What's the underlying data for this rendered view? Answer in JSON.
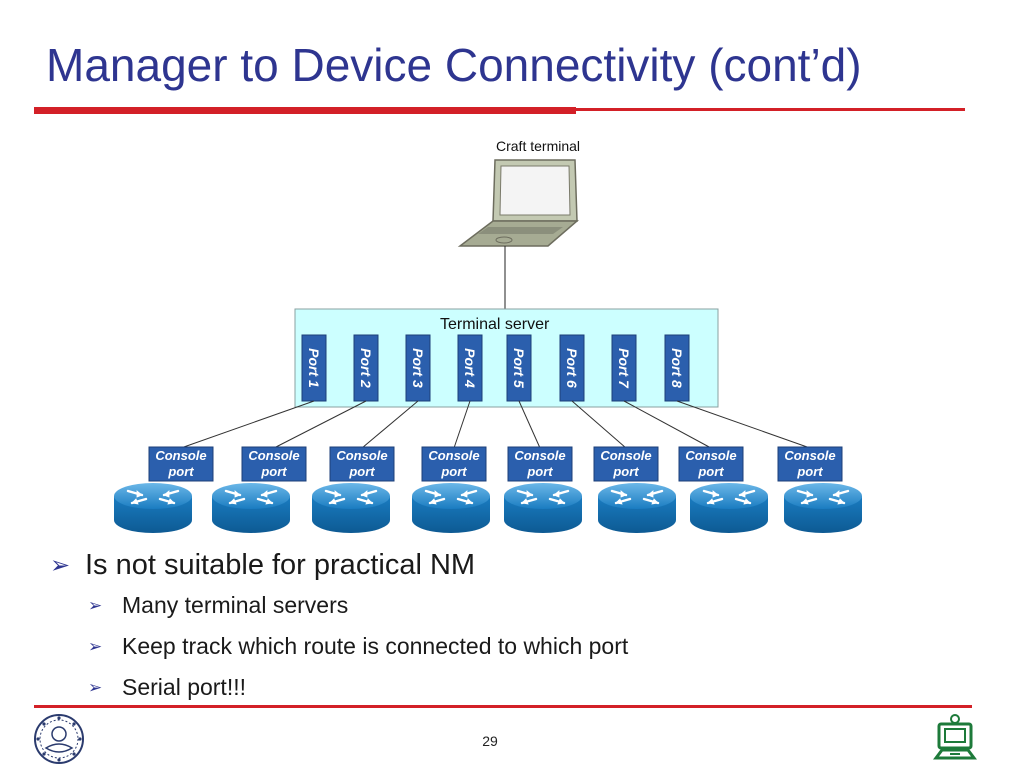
{
  "slide": {
    "title": "Manager to Device Connectivity (cont’d)",
    "page_number": "29"
  },
  "diagram": {
    "craft_terminal_label": "Craft terminal",
    "terminal_server_label": "Terminal server",
    "ports": [
      "Port 1",
      "Port 2",
      "Port 3",
      "Port 4",
      "Port 5",
      "Port 6",
      "Port 7",
      "Port 8"
    ],
    "console_port": {
      "line1": "Console",
      "line2": "port"
    },
    "router_count": 8
  },
  "bullets": {
    "main": "Is not suitable for practical NM",
    "sub": [
      "Many terminal servers",
      "Keep track which route is connected to which port",
      "Serial port!!!"
    ]
  },
  "colors": {
    "title": "#2e3590",
    "accent_rule": "#d32027",
    "terminal_server_fill": "#ccffff",
    "port_fill": "#2b5fad",
    "router_fill": "#1a7cc1"
  }
}
